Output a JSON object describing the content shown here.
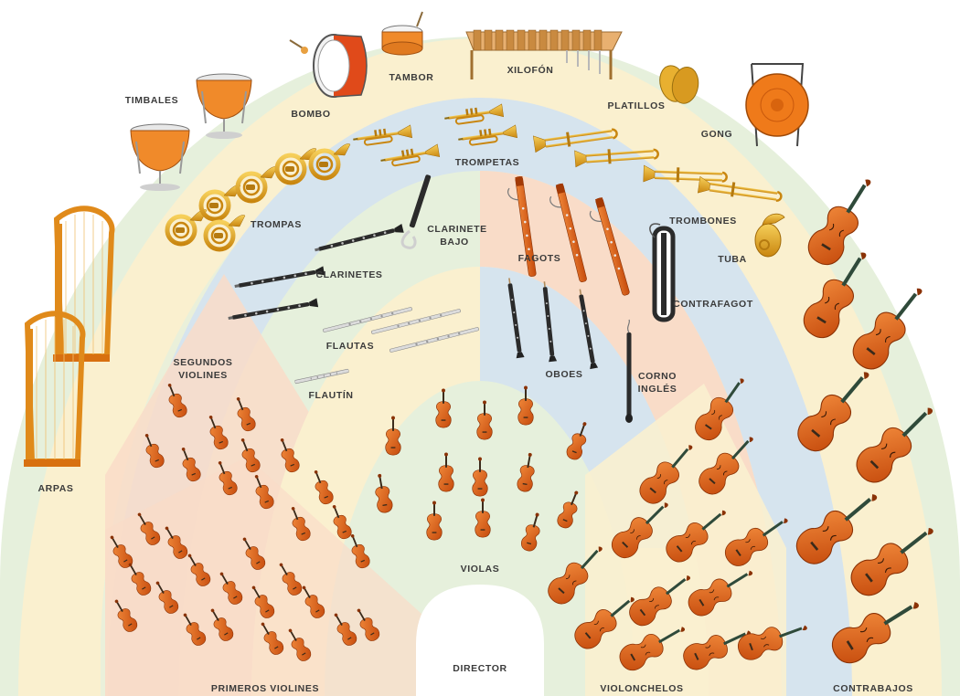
{
  "title": "",
  "colors": {
    "background": "#ffffff",
    "outer_green": "#e6f0dc",
    "cream": "#faf0cf",
    "blue": "#d6e4ee",
    "salmon": "#f9dcc8",
    "podium": "#ffffff",
    "wood": "#d2560f",
    "wood_light": "#f0883a",
    "brass": "#e0a020",
    "metal": "#7a7a7a"
  },
  "sections": [
    {
      "id": "timbales",
      "label": "TIMBALES",
      "icon": "timpani-icon"
    },
    {
      "id": "bombo",
      "label": "BOMBO",
      "icon": "bass-drum-icon"
    },
    {
      "id": "tambor",
      "label": "TAMBOR",
      "icon": "snare-drum-icon"
    },
    {
      "id": "xilofon",
      "label": "XILOFÓN",
      "icon": "xylophone-icon"
    },
    {
      "id": "platillos",
      "label": "PLATILLOS",
      "icon": "cymbals-icon"
    },
    {
      "id": "gong",
      "label": "GONG",
      "icon": "gong-icon"
    },
    {
      "id": "trompetas",
      "label": "TROMPETAS",
      "icon": "trumpet-icon"
    },
    {
      "id": "trombones",
      "label": "TROMBONES",
      "icon": "trombone-icon"
    },
    {
      "id": "trompas",
      "label": "TROMPAS",
      "icon": "french-horn-icon"
    },
    {
      "id": "tuba",
      "label": "TUBA",
      "icon": "tuba-icon"
    },
    {
      "id": "clarinete_bajo",
      "label": "CLARINETE BAJO",
      "icon": "bass-clarinet-icon"
    },
    {
      "id": "clarinetes",
      "label": "CLARINETES",
      "icon": "clarinet-icon"
    },
    {
      "id": "fagots",
      "label": "FAGOTS",
      "icon": "bassoon-icon"
    },
    {
      "id": "contrafagot",
      "label": "CONTRAFAGOT",
      "icon": "contrabassoon-icon"
    },
    {
      "id": "flautas",
      "label": "FLAUTAS",
      "icon": "flute-icon"
    },
    {
      "id": "oboes",
      "label": "OBOES",
      "icon": "oboe-icon"
    },
    {
      "id": "corno_ingles",
      "label": "CORNO INGLÉS",
      "icon": "english-horn-icon"
    },
    {
      "id": "flautin",
      "label": "FLAUTÍN",
      "icon": "piccolo-icon"
    },
    {
      "id": "segundos_violines",
      "label": "SEGUNDOS VIOLINES",
      "icon": "violin-icon"
    },
    {
      "id": "arpas",
      "label": "ARPAS",
      "icon": "harp-icon"
    },
    {
      "id": "violas",
      "label": "VIOLAS",
      "icon": "viola-icon"
    },
    {
      "id": "violonchelos",
      "label": "VIOLONCHELOS",
      "icon": "cello-icon"
    },
    {
      "id": "contrabajos",
      "label": "CONTRABAJOS",
      "icon": "double-bass-icon"
    },
    {
      "id": "primeros_violines",
      "label": "PRIMEROS VIOLINES",
      "icon": "violin-icon"
    },
    {
      "id": "director",
      "label": "DIRECTOR",
      "icon": "podium-icon"
    }
  ],
  "labels": {
    "timbales": "TIMBALES",
    "bombo": "BOMBO",
    "tambor": "TAMBOR",
    "xilofon": "XILOFÓN",
    "platillos": "PLATILLOS",
    "gong": "GONG",
    "trompetas": "TROMPETAS",
    "trombones": "TROMBONES",
    "trompas": "TROMPAS",
    "tuba": "TUBA",
    "clarinete_bajo_1": "CLARINETE",
    "clarinete_bajo_2": "BAJO",
    "clarinetes": "CLARINETES",
    "fagots": "FAGOTS",
    "contrafagot": "CONTRAFAGOT",
    "flautas": "FLAUTAS",
    "oboes": "OBOES",
    "corno_1": "CORNO",
    "corno_2": "INGLÉS",
    "flautin": "FLAUTÍN",
    "segundos_1": "SEGUNDOS",
    "segundos_2": "VIOLINES",
    "arpas": "ARPAS",
    "violas": "VIOLAS",
    "violonchelos": "VIOLONCHELOS",
    "contrabajos": "CONTRABAJOS",
    "primeros": "PRIMEROS VIOLINES",
    "director": "DIRECTOR"
  }
}
